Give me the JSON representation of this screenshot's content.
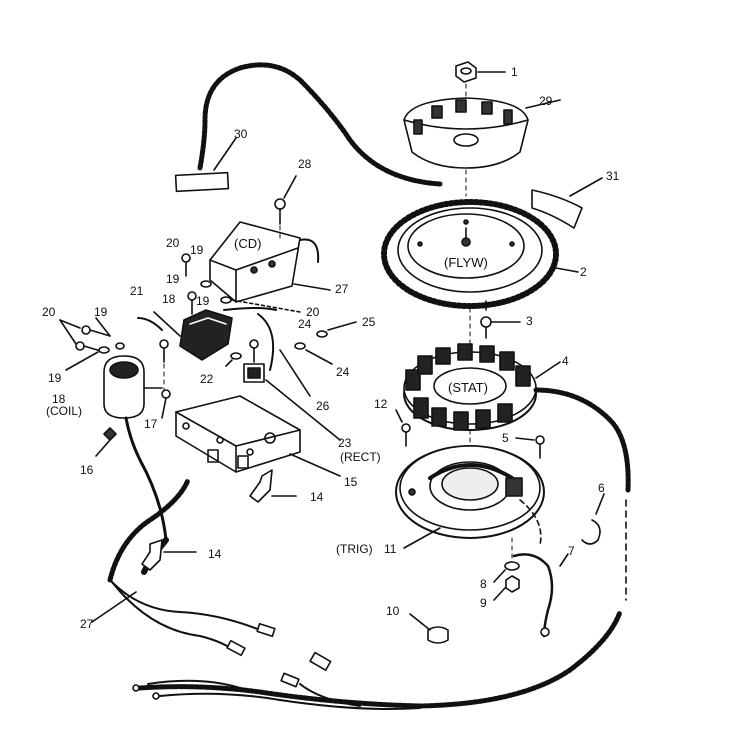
{
  "diagram": {
    "callouts": [
      "1",
      "29",
      "30",
      "31",
      "28",
      "2",
      "27",
      "19",
      "20",
      "21",
      "18",
      "19",
      "20",
      "19",
      "24",
      "25",
      "3",
      "4",
      "24",
      "19",
      "18",
      "17",
      "22",
      "16",
      "26",
      "23",
      "12",
      "5",
      "15",
      "14",
      "14",
      "6",
      "7",
      "8",
      "9",
      "11",
      "27",
      "10"
    ],
    "component_labels": {
      "cd": "(CD)",
      "flyw": "(FLYW)",
      "stat": "(STAT)",
      "coil": "(COIL)",
      "rect": "(RECT)",
      "trig": "(TRIG)"
    },
    "callout_text": {
      "n1": "1",
      "n2": "2",
      "n3": "3",
      "n4": "4",
      "n5": "5",
      "n6": "6",
      "n7": "7",
      "n8": "8",
      "n9": "9",
      "n10": "10",
      "n11": "11",
      "n12": "12",
      "n14a": "14",
      "n14b": "14",
      "n15": "15",
      "n16": "16",
      "n17": "17",
      "n18a": "18",
      "n18b": "18",
      "n19a": "19",
      "n19b": "19",
      "n19c": "19",
      "n19d": "19",
      "n19e": "19",
      "n20a": "20",
      "n20b": "20",
      "n20c": "20",
      "n21": "21",
      "n22": "22",
      "n23": "23",
      "n24a": "24",
      "n24b": "24",
      "n25": "25",
      "n26": "26",
      "n27a": "27",
      "n27b": "27",
      "n28": "28",
      "n29": "29",
      "n30": "30",
      "n31": "31"
    }
  }
}
